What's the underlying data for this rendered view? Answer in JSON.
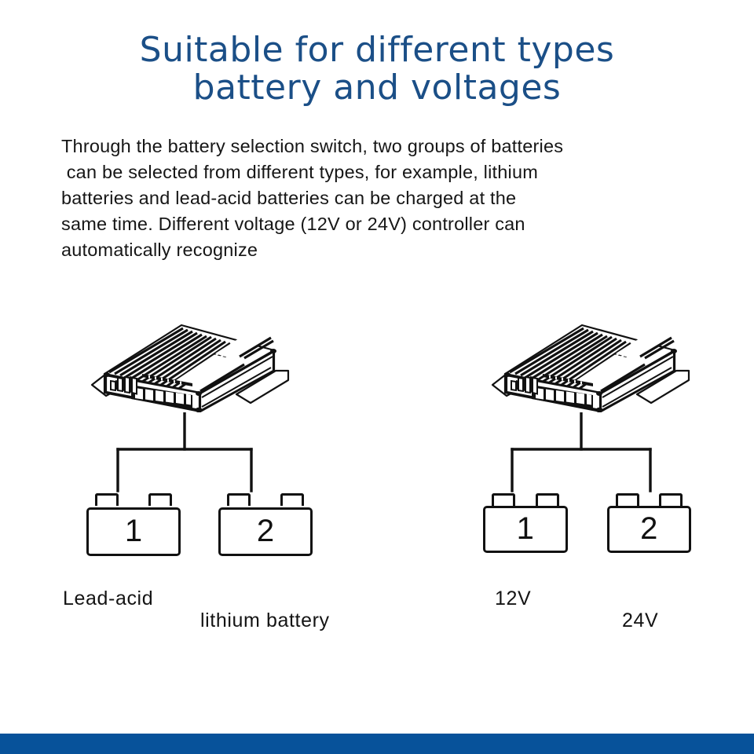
{
  "page": {
    "background_color": "#ffffff",
    "accent_color": "#1b4f87",
    "bottom_bar_color": "#07529a",
    "text_color": "#161616"
  },
  "heading": {
    "line1": "Suitable for different types",
    "line2": "battery and voltages"
  },
  "description": {
    "line1": "Through the battery selection switch, two groups of batteries",
    "line2": " can be selected from different types, for example, lithium",
    "line3": "batteries and lead-acid batteries can be charged at the",
    "line4": "same time. Different voltage (12V or 24V) controller can",
    "line5": "automatically recognize"
  },
  "diagram": {
    "groups": [
      {
        "name": "battery-type-group",
        "device_icon": "solar-charge-controller-icon",
        "batteries": [
          {
            "number": "1",
            "label": "Lead-acid"
          },
          {
            "number": "2",
            "label": "lithium battery"
          }
        ]
      },
      {
        "name": "battery-voltage-group",
        "device_icon": "solar-charge-controller-icon",
        "batteries": [
          {
            "number": "1",
            "label": "12V"
          },
          {
            "number": "2",
            "label": "24V"
          }
        ]
      }
    ]
  }
}
